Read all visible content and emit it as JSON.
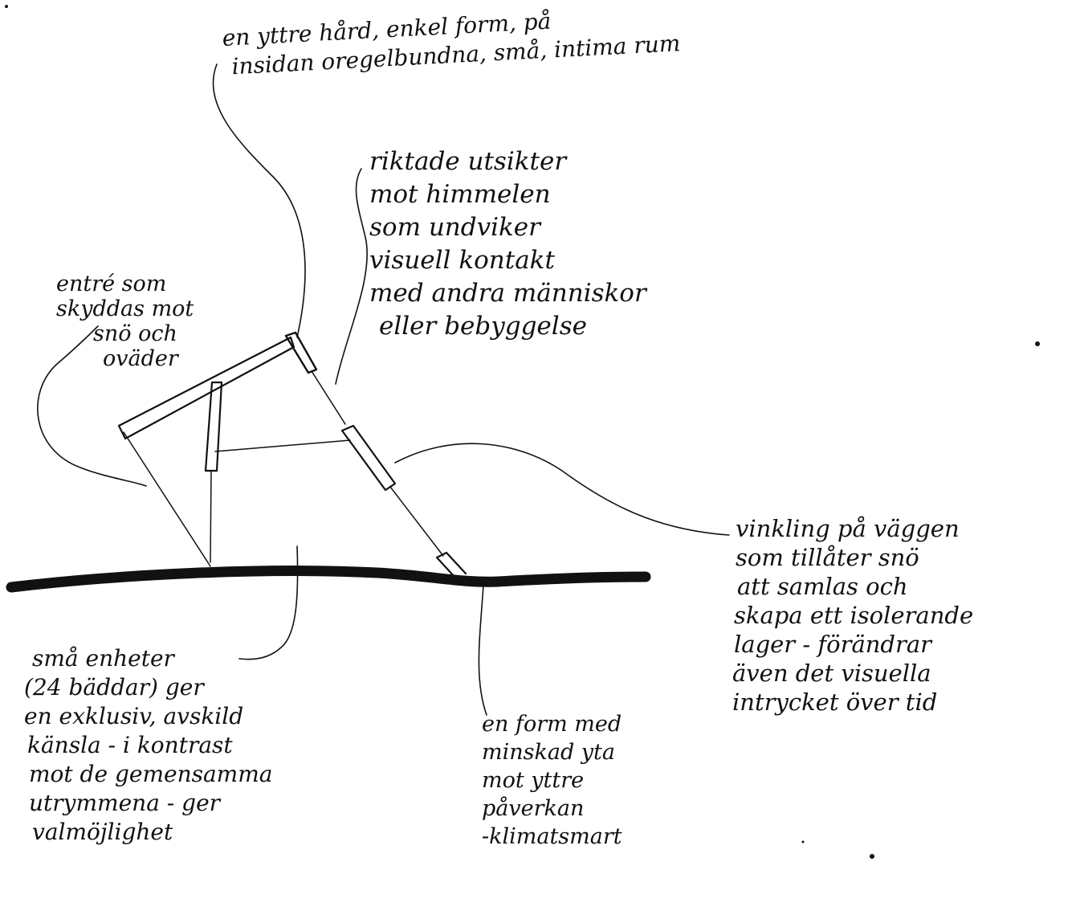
{
  "colors": {
    "ink": "#111111",
    "paper": "#ffffff"
  },
  "annotations": {
    "outer_form": {
      "lines": [
        "en yttre hård, enkel form, på",
        "insidan oregelbundna, små, intima rum"
      ]
    },
    "directed_views": {
      "lines": [
        "riktade utsikter",
        "mot himmelen",
        "som undviker",
        "visuell kontakt",
        "med andra människor",
        "eller bebyggelse"
      ]
    },
    "entrance": {
      "lines": [
        "entré som",
        "skyddas mot",
        "snö och",
        "oväder"
      ]
    },
    "wall_angle": {
      "lines": [
        "vinkling på väggen",
        "som tillåter snö",
        "att samlas och",
        "skapa ett isolerande",
        "lager - förändrar",
        "även det visuella",
        "intrycket över tid"
      ]
    },
    "small_units": {
      "lines": [
        "små enheter",
        "(24 bäddar) ger",
        "en exklusiv, avskild",
        "känsla - i kontrast",
        "mot de gemensamma",
        "utrymmena - ger",
        "valmöjlighet"
      ]
    },
    "reduced_area": {
      "lines": [
        "en form med",
        "minskad yta",
        "mot yttre",
        "påverkan",
        "-klimatsmart"
      ]
    }
  }
}
